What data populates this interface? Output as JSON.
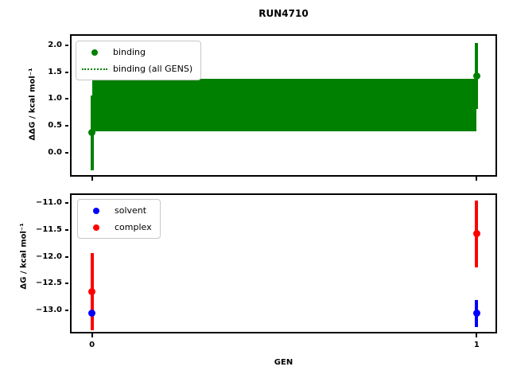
{
  "title": "RUN4710",
  "colors": {
    "binding": "#008000",
    "solvent": "#0000ff",
    "complex": "#ff0000",
    "axis": "#000000",
    "legend_border": "#c8c8c8"
  },
  "chart_data": [
    {
      "type": "scatter",
      "id": "ddg",
      "ylabel": "ΔΔG / kcal mol⁻¹",
      "xlabel": "",
      "xlim": [
        -0.053,
        1.049
      ],
      "ylim": [
        -0.42,
        2.18
      ],
      "yticks": [
        2.0,
        1.5,
        1.0,
        0.5,
        0.0
      ],
      "yticklabels": [
        "2.0",
        "1.5",
        "1.0",
        "0.5",
        "0.0"
      ],
      "xticks": [
        0,
        1
      ],
      "xticklabels": [],
      "grid": false,
      "legend_loc": "upper left",
      "legend": [
        {
          "label": "binding",
          "marker": "dot",
          "color": "#008000"
        },
        {
          "label": "binding (all GENS)",
          "marker": "dotted-line",
          "color": "#008000"
        }
      ],
      "series": [
        {
          "name": "binding",
          "color": "#008000",
          "style": "errorbar-points",
          "points": [
            {
              "x": 0,
              "y": 0.37,
              "yerr": 0.7
            },
            {
              "x": 1,
              "y": 1.43,
              "yerr": 0.62
            }
          ]
        },
        {
          "name": "binding (all GENS)",
          "color": "#008000",
          "style": "line-with-band",
          "line_y": 0.89,
          "band": [
            0.4,
            1.38
          ],
          "x_range": [
            0,
            1
          ]
        }
      ]
    },
    {
      "type": "scatter",
      "id": "dg",
      "ylabel": "ΔG / kcal mol⁻¹",
      "xlabel": "GEN",
      "xlim": [
        -0.053,
        1.049
      ],
      "ylim": [
        -13.39,
        -10.86
      ],
      "yticks": [
        -11.0,
        -11.5,
        -12.0,
        -12.5,
        -13.0
      ],
      "yticklabels": [
        "−11.0",
        "−11.5",
        "−12.0",
        "−12.5",
        "−13.0"
      ],
      "xticks": [
        0,
        1
      ],
      "xticklabels": [
        "0",
        "1"
      ],
      "grid": false,
      "legend_loc": "upper left",
      "legend": [
        {
          "label": "solvent",
          "marker": "dot",
          "color": "#0000ff"
        },
        {
          "label": "complex",
          "marker": "dot",
          "color": "#ff0000"
        }
      ],
      "series": [
        {
          "name": "solvent",
          "color": "#0000ff",
          "style": "errorbar-points",
          "points": [
            {
              "x": 0,
              "y": -13.05,
              "yerr": 0.22
            },
            {
              "x": 1,
              "y": -13.05,
              "yerr": 0.25
            }
          ]
        },
        {
          "name": "complex",
          "color": "#ff0000",
          "style": "errorbar-points",
          "points": [
            {
              "x": 0,
              "y": -12.65,
              "yerr": 0.71
            },
            {
              "x": 1,
              "y": -11.58,
              "yerr": 0.62
            }
          ]
        }
      ]
    }
  ]
}
